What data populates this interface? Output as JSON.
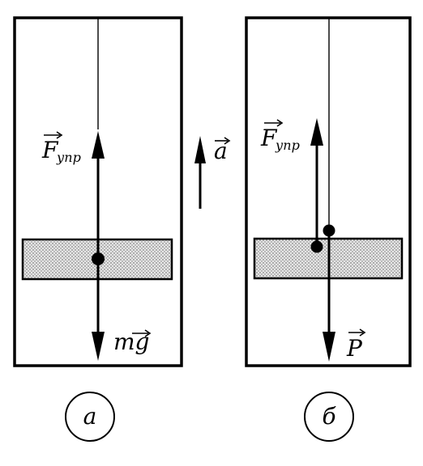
{
  "labels": {
    "force_a": "F",
    "force_a_sub": "упр",
    "gravity": "mg",
    "acceleration": "a",
    "force_b": "F",
    "force_b_sub": "упр",
    "weight": "P"
  },
  "panels": {
    "a_caption": "а",
    "b_caption": "б"
  }
}
